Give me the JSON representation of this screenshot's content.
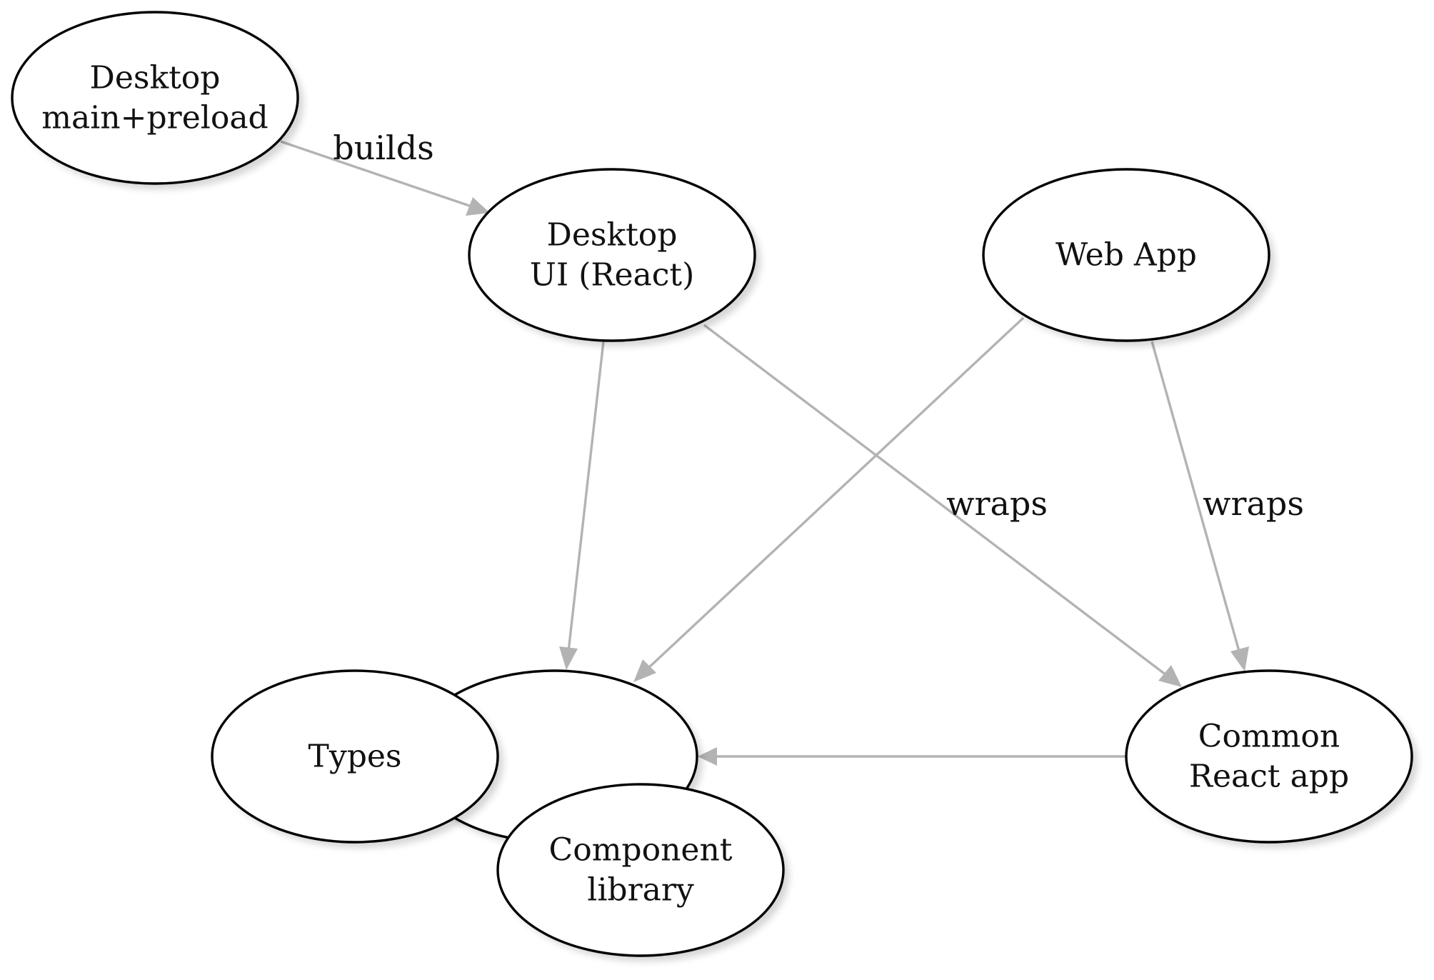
{
  "nodes": {
    "desktop_main": {
      "lines": [
        "Desktop",
        "main+preload"
      ]
    },
    "desktop_ui": {
      "lines": [
        "Desktop",
        "UI (React)"
      ]
    },
    "web_app": {
      "lines": [
        "Web App"
      ]
    },
    "blank": {
      "lines": []
    },
    "types": {
      "lines": [
        "Types"
      ]
    },
    "component_library": {
      "lines": [
        "Component",
        "library"
      ]
    },
    "common_react_app": {
      "lines": [
        "Common",
        "React app"
      ]
    }
  },
  "edges": [
    {
      "from": "desktop_main",
      "to": "desktop_ui",
      "label": "builds"
    },
    {
      "from": "desktop_ui",
      "to": "blank",
      "label": ""
    },
    {
      "from": "desktop_ui",
      "to": "common_react_app",
      "label": "wraps"
    },
    {
      "from": "web_app",
      "to": "blank",
      "label": ""
    },
    {
      "from": "web_app",
      "to": "common_react_app",
      "label": "wraps"
    },
    {
      "from": "common_react_app",
      "to": "blank",
      "label": ""
    }
  ],
  "colors": {
    "edge": "#b3b3b3",
    "node_stroke": "#000000",
    "node_fill": "#ffffff"
  }
}
